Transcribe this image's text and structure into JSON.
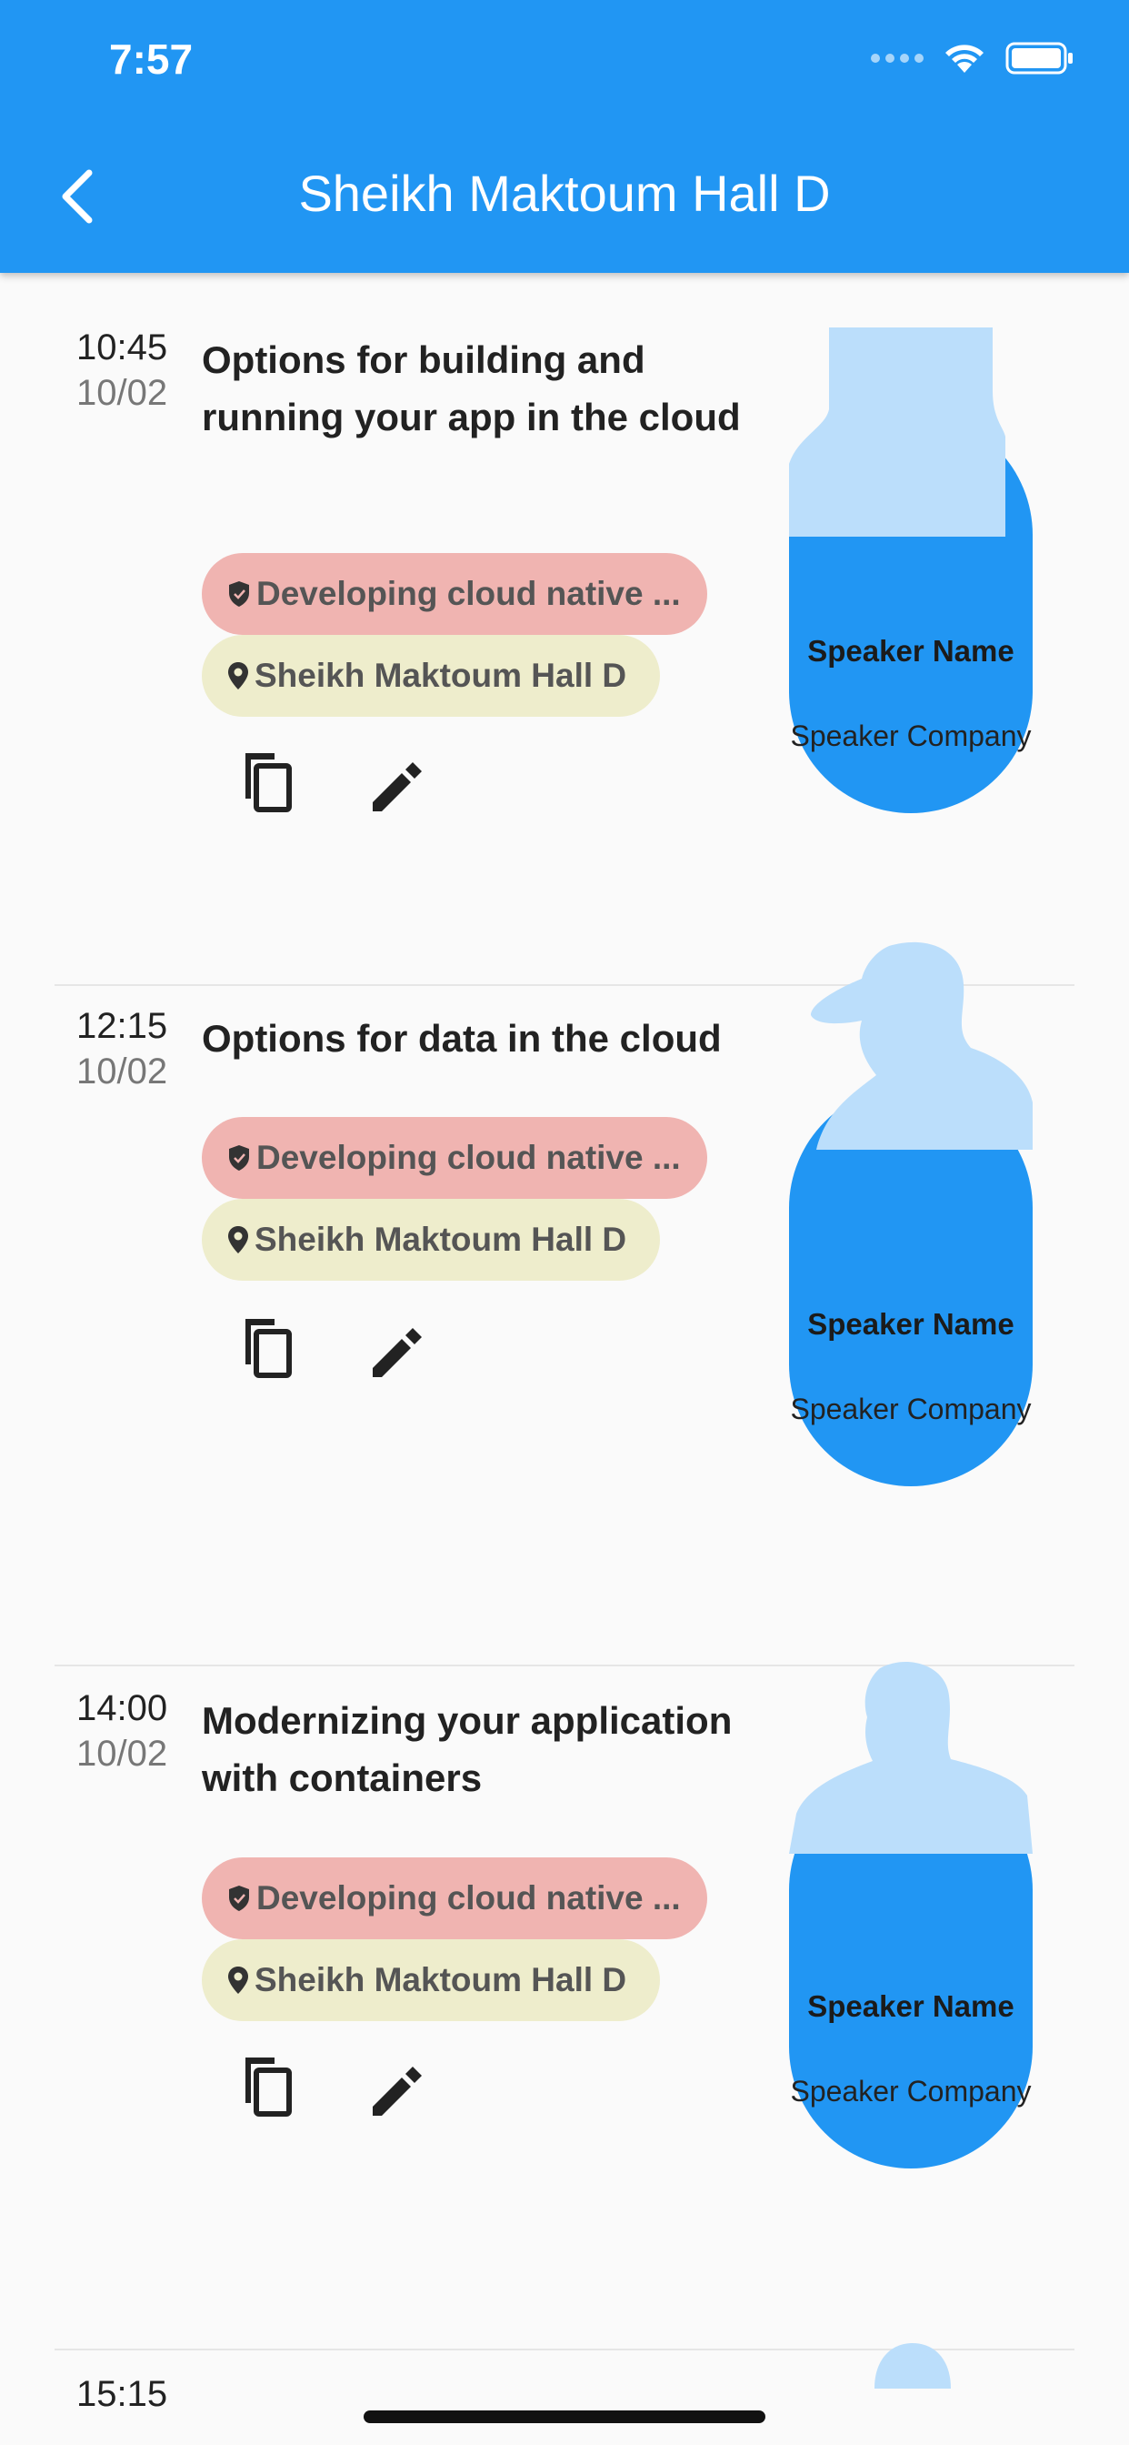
{
  "status_bar": {
    "time": "7:57"
  },
  "app_bar": {
    "title": "Sheikh Maktoum Hall D"
  },
  "sessions": [
    {
      "time": "10:45",
      "date": "10/02",
      "title": "Options for building and running your app in the cloud",
      "track": "Developing cloud native ...",
      "room": "Sheikh Maktoum Hall D",
      "speaker_name": "Speaker Name",
      "speaker_company": "Speaker Company"
    },
    {
      "time": "12:15",
      "date": "10/02",
      "title": "Options for data in the cloud",
      "track": "Developing cloud native ...",
      "room": "Sheikh Maktoum Hall D",
      "speaker_name": "Speaker Name",
      "speaker_company": "Speaker Company"
    },
    {
      "time": "14:00",
      "date": "10/02",
      "title": "Modernizing your application with containers",
      "track": "Developing cloud native ...",
      "room": "Sheikh Maktoum Hall D",
      "speaker_name": "Speaker Name",
      "speaker_company": "Speaker Company"
    }
  ],
  "next_session_time_partial": "15:15",
  "colors": {
    "app_bar": "#2196f3",
    "track_chip": "#f0b4b1",
    "room_chip": "#eeedcc",
    "speaker_card": "#2196f3",
    "silhouette": "#bbdefb"
  }
}
